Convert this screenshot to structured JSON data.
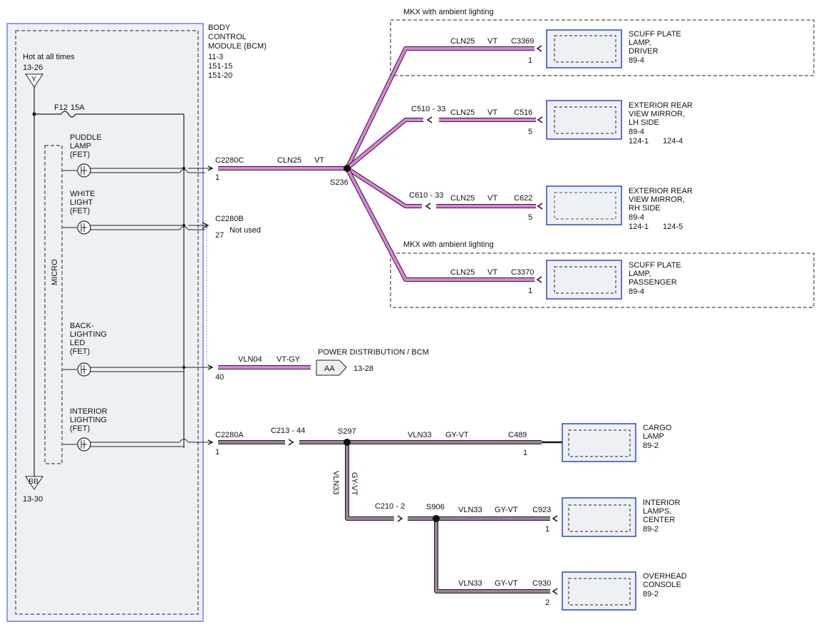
{
  "colors": {
    "wire_violet": "#e27ee2",
    "wire_gray_violet": "#9b7f9b",
    "module_fill": "#edf0f5",
    "module_border": "#6f84d6",
    "connector_border": "#2f45c8",
    "text": "#111111"
  },
  "bcm": {
    "title_lines": [
      "BODY",
      "CONTROL",
      "MODULE (BCM)"
    ],
    "refs": [
      "11-3",
      "151-15",
      "151-20"
    ],
    "hot_label": "Hot at all times",
    "hot_ref": "13-26",
    "hot_connector": "Y",
    "fuse_name": "F12",
    "fuse_rating": "15A",
    "micro_label": "MICRO",
    "ground_connector": "BB",
    "ground_ref": "13-30",
    "fets": [
      {
        "lines": [
          "PUDDLE",
          "LAMP",
          "(FET)"
        ]
      },
      {
        "lines": [
          "WHITE",
          "LIGHT",
          "(FET)"
        ]
      },
      {
        "lines": [
          "BACK-",
          "LIGHTING",
          "LED",
          "(FET)"
        ]
      },
      {
        "lines": [
          "INTERIOR",
          "LIGHTING",
          "(FET)"
        ]
      }
    ]
  },
  "bcm_connectors": {
    "c2280c": {
      "name": "C2280C",
      "pin": "1"
    },
    "c2280b": {
      "name": "C2280B",
      "pin": "27",
      "note": "Not used"
    },
    "pin40": "40",
    "c2280a": {
      "name": "C2280A",
      "pin": "1"
    }
  },
  "upper_circuit": {
    "circuit": "CLN25",
    "color": "VT",
    "splice": "S236",
    "mkx_label_1": "MKX with ambient lighting",
    "mkx_label_2": "MKX with ambient lighting",
    "in_line_lh": "C510 - 33",
    "in_line_rh": "C610 - 33",
    "branches": [
      {
        "circuit": "CLN25",
        "color": "VT",
        "connector": "C3369",
        "pin": "1",
        "title_lines": [
          "SCUFF PLATE",
          "LAMP,",
          "DRIVER"
        ],
        "refs": [
          "89-4"
        ]
      },
      {
        "circuit": "CLN25",
        "color": "VT",
        "connector": "C516",
        "pin": "5",
        "title_lines": [
          "EXTERIOR REAR",
          "VIEW MIRROR,",
          "LH SIDE"
        ],
        "refs": [
          "89-4",
          "124-1",
          "124-4"
        ]
      },
      {
        "circuit": "CLN25",
        "color": "VT",
        "connector": "C622",
        "pin": "5",
        "title_lines": [
          "EXTERIOR REAR",
          "VIEW MIRROR,",
          "RH SIDE"
        ],
        "refs": [
          "89-4",
          "124-1",
          "124-5"
        ]
      },
      {
        "circuit": "CLN25",
        "color": "VT",
        "connector": "C3370",
        "pin": "1",
        "title_lines": [
          "SCUFF PLATE",
          "LAMP,",
          "PASSENGER"
        ],
        "refs": [
          "89-4"
        ]
      }
    ]
  },
  "power_dist": {
    "circuit": "VLN04",
    "color": "VT-GY",
    "label": "POWER DISTRIBUTION / BCM",
    "connector": "AA",
    "ref": "13-28"
  },
  "lower_circuit": {
    "in_line_1": "C213 - 44",
    "splice_1": "S297",
    "in_line_2": "C210 - 2",
    "splice_2": "S906",
    "vertical_circuit": "VLN33",
    "vertical_color": "GY-VT",
    "branches": [
      {
        "circuit": "VLN33",
        "color": "GY-VT",
        "connector": "C489",
        "pin": "1",
        "title_lines": [
          "CARGO",
          "LAMP"
        ],
        "refs": [
          "89-2"
        ]
      },
      {
        "circuit": "VLN33",
        "color": "GY-VT",
        "connector": "C923",
        "pin": "1",
        "title_lines": [
          "INTERIOR",
          "LAMPS,",
          "CENTER"
        ],
        "refs": [
          "89-2"
        ]
      },
      {
        "circuit": "VLN33",
        "color": "GY-VT",
        "connector": "C930",
        "pin": "2",
        "title_lines": [
          "OVERHEAD",
          "CONSOLE"
        ],
        "refs": [
          "89-2"
        ]
      }
    ]
  }
}
